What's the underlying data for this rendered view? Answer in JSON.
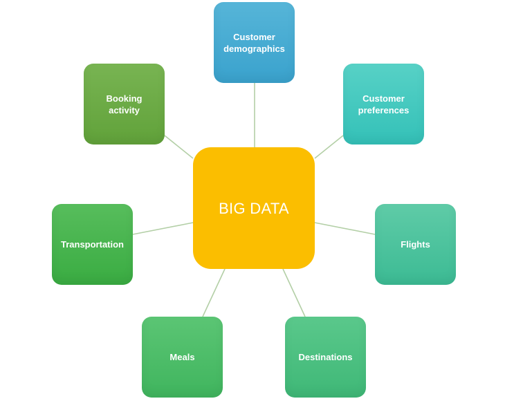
{
  "center": {
    "label": "BIG DATA",
    "color": "#fbbe00"
  },
  "nodes": [
    {
      "id": "customer-demographics",
      "label": "Customer\ndemographics",
      "color_top": "#56b5d8",
      "color_bottom": "#3aa2cd"
    },
    {
      "id": "customer-preferences",
      "label": "Customer\npreferences",
      "color_top": "#57d1c6",
      "color_bottom": "#34c1b8"
    },
    {
      "id": "flights",
      "label": "Flights",
      "color_top": "#5fcba7",
      "color_bottom": "#3cbb94"
    },
    {
      "id": "destinations",
      "label": "Destinations",
      "color_top": "#5ac88b",
      "color_bottom": "#3fb877"
    },
    {
      "id": "meals",
      "label": "Meals",
      "color_top": "#5bc574",
      "color_bottom": "#40b55e"
    },
    {
      "id": "transportation",
      "label": "Transportation",
      "color_top": "#57bd5c",
      "color_bottom": "#3aac42"
    },
    {
      "id": "booking-activity",
      "label": "Booking\nactivity",
      "color_top": "#78b452",
      "color_bottom": "#61a23a"
    }
  ],
  "connector_color": "#b3cfa6"
}
